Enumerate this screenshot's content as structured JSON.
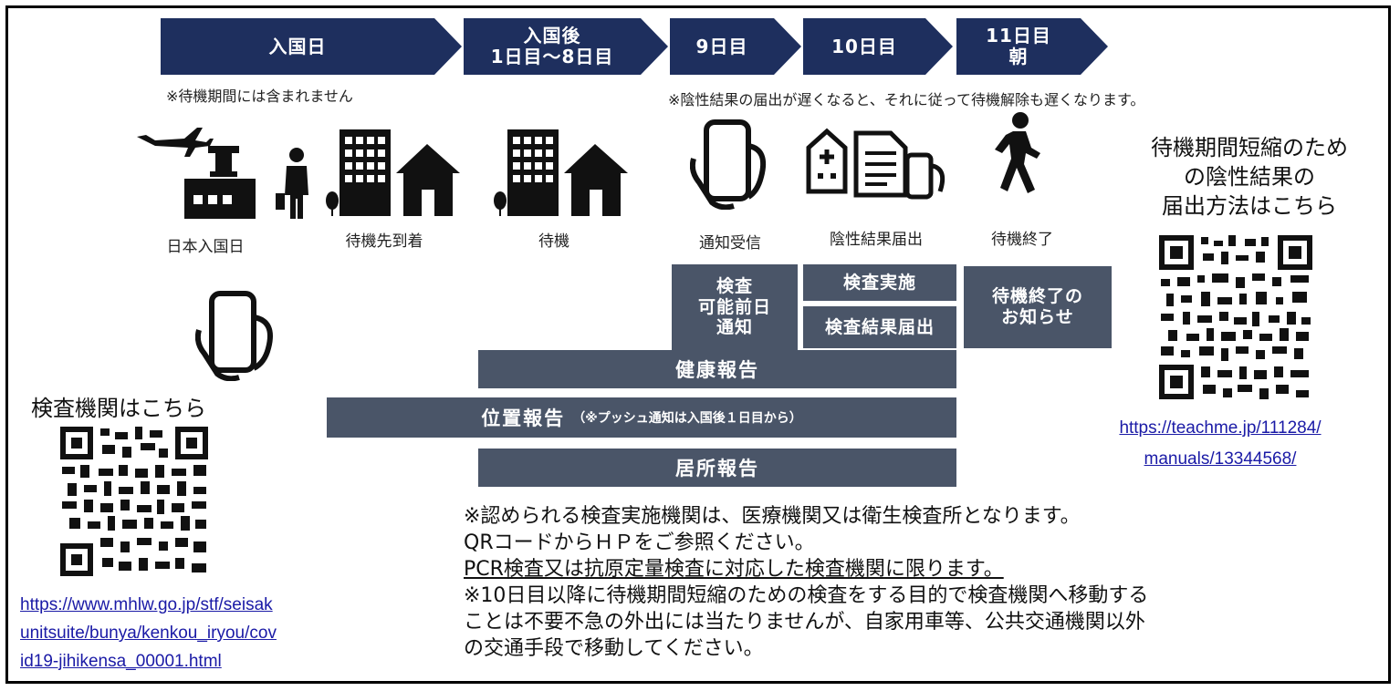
{
  "timeline": [
    {
      "label": "入国日"
    },
    {
      "label": "入国後\n1日目〜8日目"
    },
    {
      "label": "9日目"
    },
    {
      "label": "10日目"
    },
    {
      "label": "11日目\n朝"
    }
  ],
  "notes": {
    "left": "※待機期間には含まれません",
    "right": "※陰性結果の届出が遅くなると、それに従って待機解除も遅くなります。"
  },
  "steps": {
    "arrival": "日本入国日",
    "lodging": "待機先到着",
    "wait": "待機",
    "notify": "通知受信",
    "report": "陰性結果届出",
    "end": "待機終了"
  },
  "boxes": {
    "pre_notice": "検査\n可能前日\n通知",
    "test": "検査実施",
    "result": "検査結果届出",
    "end_notice": "待機終了の\nお知らせ"
  },
  "bars": {
    "health": "健康報告",
    "location": "位置報告",
    "location_note": "（※プッシュ通知は入国後１日目から）",
    "residence": "居所報告"
  },
  "right_panel": {
    "title": "待機期間短縮のため\nの陰性結果の\n届出方法はこちら",
    "url_line1": "https://teachme.jp/111284/",
    "url_line2": "manuals/13344568/"
  },
  "left_panel": {
    "title": "検査機関はこちら",
    "url_line1": "https://www.mhlw.go.jp/stf/seisak",
    "url_line2": "unitsuite/bunya/kenkou_iryou/cov",
    "url_line3": "id19-jihikensa_00001.html"
  },
  "footer": {
    "line1": "※認められる検査実施機関は、医療機関又は衛生検査所となります。",
    "line2": "QRコードからＨＰをご参照ください。",
    "line3": "PCR検査又は抗原定量検査に対応した検査機関に限ります。",
    "line4": "※10日目以降に待機期間短縮のための検査をする目的で検査機関へ移動する",
    "line5": "ことは不要不急の外出には当たりませんが、自家用車等、公共交通機関以外",
    "line6": "の交通手段で移動してください。"
  },
  "colors": {
    "chevron": "#1e2f5e",
    "box": "#4a5568",
    "link": "#1a1aa6"
  }
}
